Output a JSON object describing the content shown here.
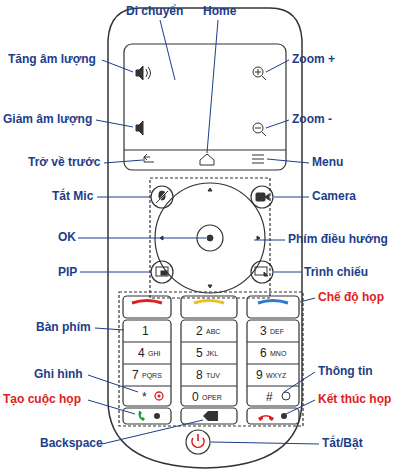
{
  "diagram": {
    "labels": [
      "Di chuyển",
      "Home",
      "Tăng âm lượng",
      "Zoom +",
      "Giảm âm lượng",
      "Zoom -",
      "Trở về trước",
      "Menu",
      "Tắt Mic",
      "Camera",
      "OK",
      "Phím điều hướng",
      "PIP",
      "Trình chiếu",
      "Chế độ họp",
      "Bàn phím",
      "Ghi hình",
      "Thông tin",
      "Tạo cuộc họp",
      "Kết thúc họp",
      "Backspace",
      "Tắt/Bật",
      "1",
      "2",
      "ABC",
      "3",
      "DEF",
      "4",
      "GHI",
      "5",
      "JKL",
      "6",
      "MNO",
      "7",
      "PQRS",
      "8",
      "TUV",
      "9",
      "WXYZ",
      "*",
      "0",
      "OPER",
      "#"
    ]
  }
}
